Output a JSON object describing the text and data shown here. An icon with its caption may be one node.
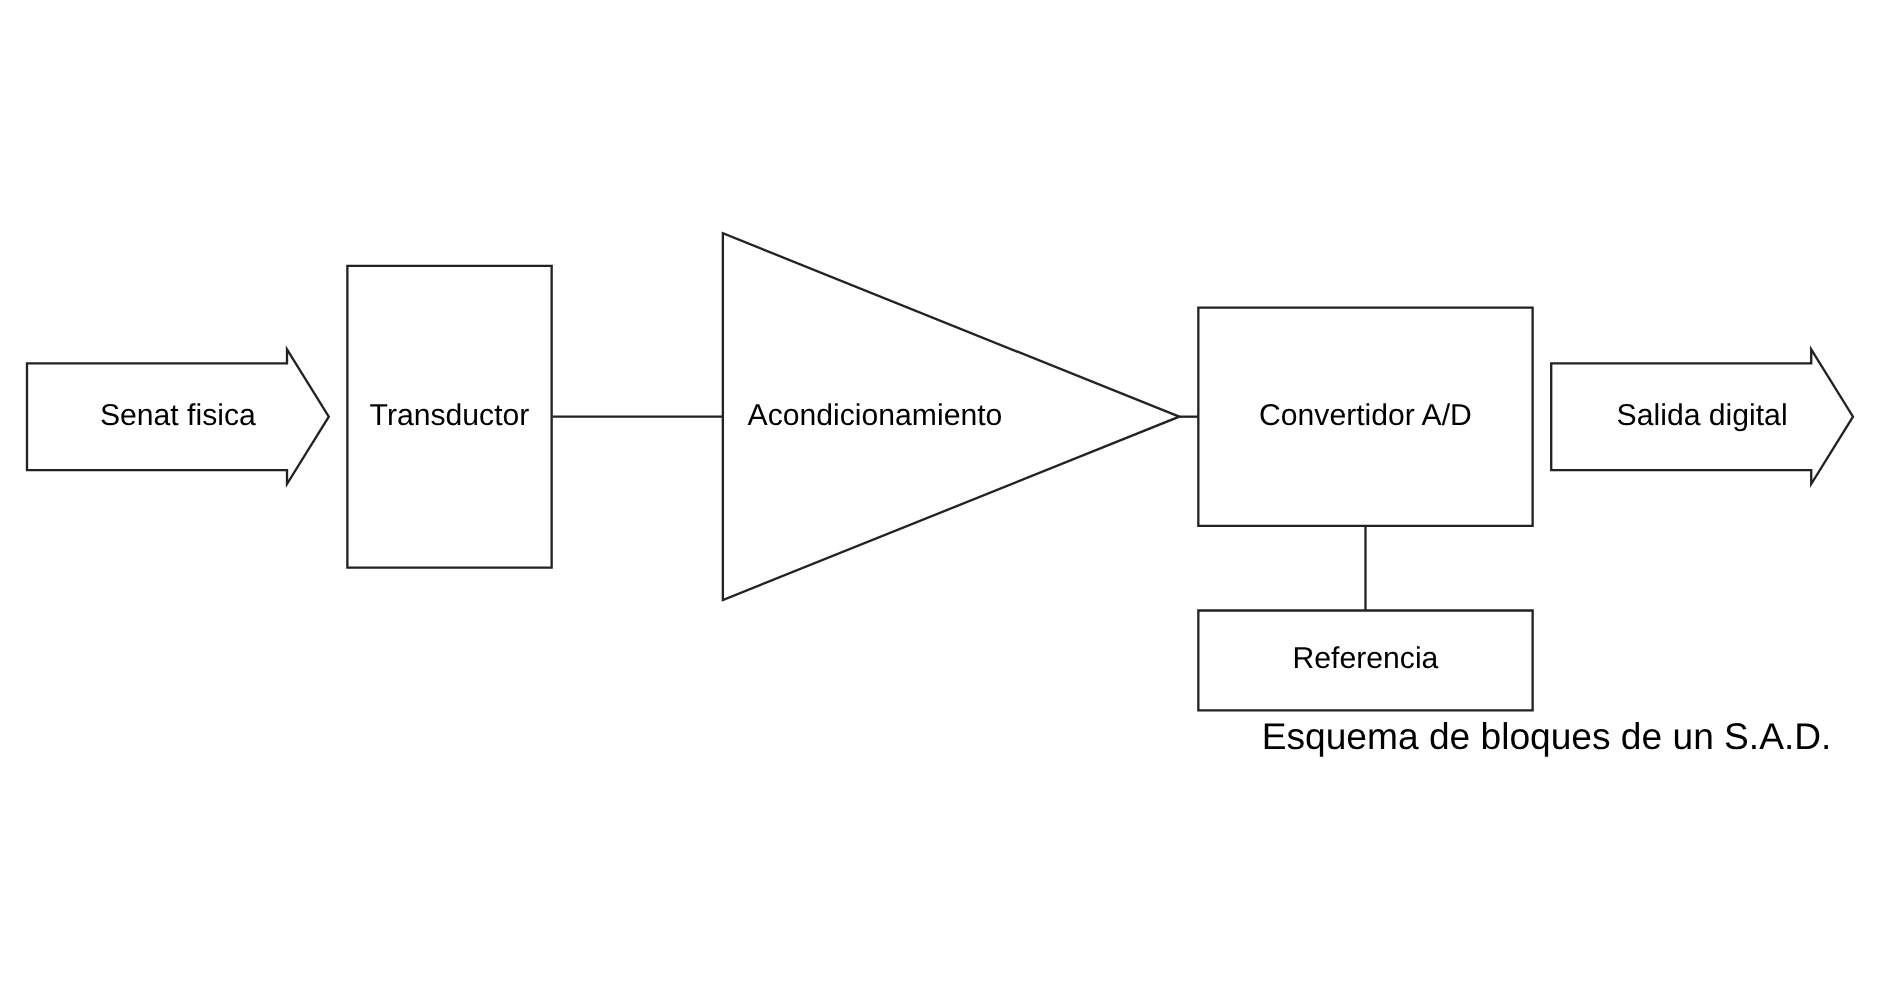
{
  "diagram": {
    "caption": "Esquema de bloques de un S.A.D.",
    "nodes": [
      {
        "text": [
          "Senat fisica"
        ]
      },
      {
        "text": [
          "Transductor"
        ]
      },
      {
        "text": [
          "Acondicionamiento"
        ]
      },
      {
        "text": [
          "Convertidor A/D"
        ]
      },
      {
        "text": [
          "Referencia"
        ]
      },
      {
        "text": [
          "Salida digital"
        ]
      }
    ],
    "edges": [
      {
        "from": 1,
        "to": 2,
        "arrow": "none"
      },
      {
        "from": 2,
        "to": 3,
        "arrow": "none"
      },
      {
        "from": 3,
        "to": 4,
        "arrow": "none"
      }
    ]
  }
}
